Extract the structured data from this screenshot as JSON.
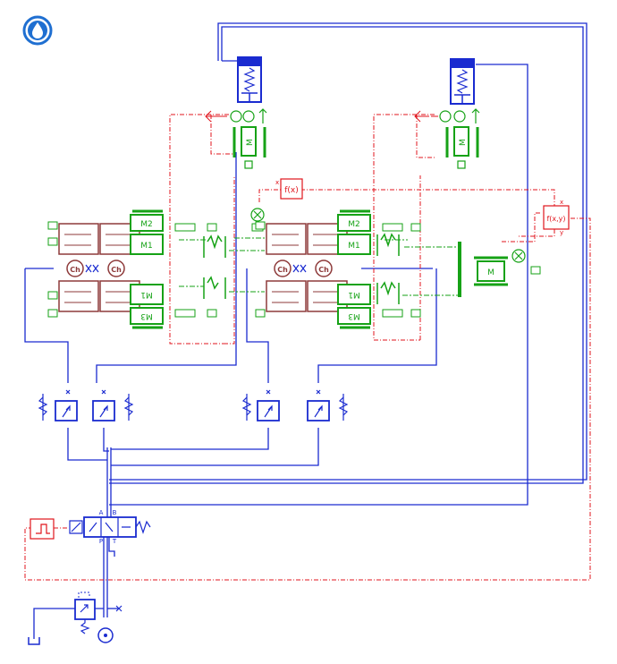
{
  "colors": {
    "hydraulic": "#1a2bd0",
    "signal": "#e0141c",
    "mechanical": "#16a216",
    "clutch": "#8e3a3a",
    "icon_bg": "#1f6fd1"
  },
  "icons": {
    "hydraulic_library": "water-drop-icon"
  },
  "labels": {
    "clutch_symbol": "Ch",
    "mass_m1": "M1",
    "mass_m2": "M2",
    "mass_m3": "M3",
    "mass_m": "M",
    "func_fx": "f(x)",
    "func_fxy": "f(x,y)",
    "port_a": "A",
    "port_b": "B",
    "port_p": "P",
    "port_t": "T",
    "cap_x": "x",
    "cap_x2": "x",
    "cap_x3": "x",
    "cap_x4": "x",
    "cap_x5": "x",
    "cap_x6": "x",
    "y": "y",
    "x": "x"
  }
}
